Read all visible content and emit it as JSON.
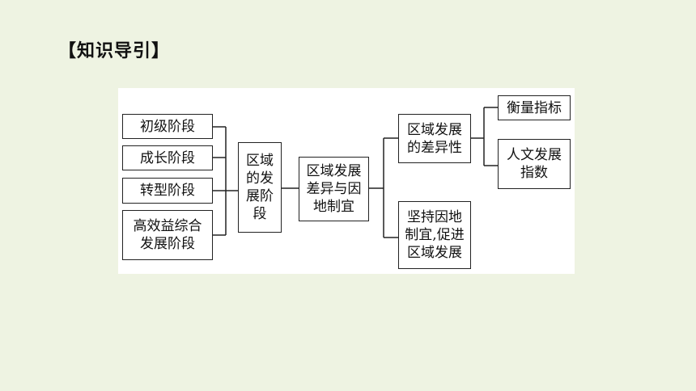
{
  "heading": "【知识导引】",
  "diagram": {
    "stages": [
      "初级阶段",
      "成长阶段",
      "转型阶段",
      "高效益综合\n发展阶段"
    ],
    "stage_group": "区域\n的发\n展阶\n段",
    "center": "区域发展\n差异与因\n地制宜",
    "branch_difference": "区域发展\n的差异性",
    "branch_policy": "坚持因地\n制宜,促进\n区域发展",
    "indicators": [
      "衡量指标",
      "人文发展\n指数"
    ]
  }
}
